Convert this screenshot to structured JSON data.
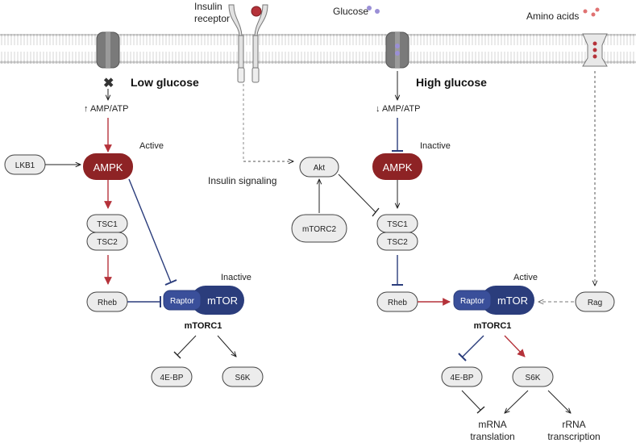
{
  "colors": {
    "ampk": "#8e2325",
    "mtor": "#2b3d7c",
    "raptor": "#3a4f9a",
    "node_fill": "#ececec",
    "node_stroke": "#444444",
    "activate_red": "#b5323a",
    "inhibit_blue": "#2b3d7c",
    "membrane": "#c9c9c9",
    "glucose_dot": "#9a8fd6",
    "amino_dot": "#e07272"
  },
  "top": {
    "insulin_receptor_line1": "Insulin",
    "insulin_receptor_line2": "receptor",
    "glucose": "Glucose",
    "amino_acids": "Amino acids"
  },
  "left": {
    "title": "Low glucose",
    "amp_atp": "↑ AMP/ATP",
    "ampk_state": "Active",
    "lkb1": "LKB1",
    "ampk": "AMPK",
    "tsc1": "TSC1",
    "tsc2": "TSC2",
    "rheb": "Rheb",
    "mtorc1_state": "Inactive",
    "raptor": "Raptor",
    "mtor": "mTOR",
    "mtorc1": "mTORC1",
    "eb4": "4E-BP",
    "s6k": "S6K",
    "block_mark": "✖"
  },
  "middle": {
    "insulin_signaling": "Insulin signaling",
    "akt": "Akt",
    "mtorc2": "mTORC2"
  },
  "right": {
    "title": "High glucose",
    "amp_atp": "↓ AMP/ATP",
    "ampk_state": "Inactive",
    "ampk": "AMPK",
    "tsc1": "TSC1",
    "tsc2": "TSC2",
    "rheb": "Rheb",
    "mtorc1_state": "Active",
    "raptor": "Raptor",
    "mtor": "mTOR",
    "mtorc1": "mTORC1",
    "rag": "Rag",
    "eb4": "4E-BP",
    "s6k": "S6K",
    "out1_line1": "mRNA",
    "out1_line2": "translation",
    "out2_line1": "rRNA",
    "out2_line2": "transcription"
  }
}
